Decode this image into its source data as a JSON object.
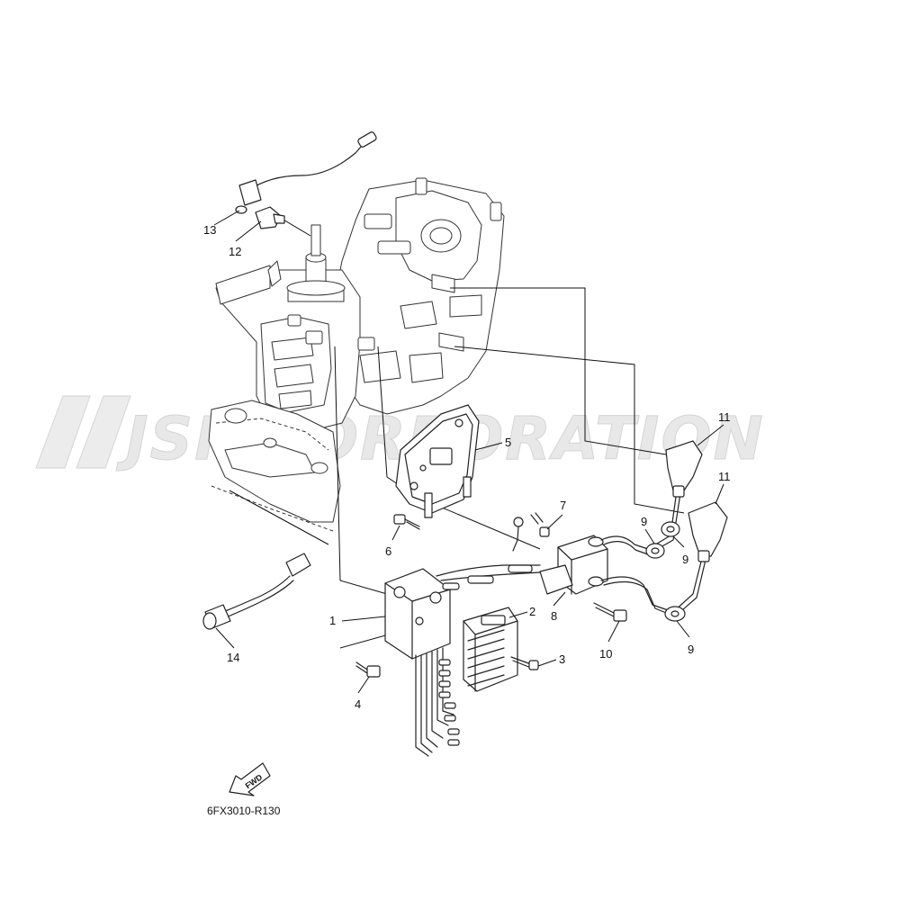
{
  "watermark": {
    "text": "JSP CORPORATION"
  },
  "diagram_code": "6FX3010-R130",
  "fwd_label": "FWD",
  "callouts": [
    {
      "id": "c1",
      "label": "1"
    },
    {
      "id": "c2",
      "label": "2"
    },
    {
      "id": "c3",
      "label": "3"
    },
    {
      "id": "c4",
      "label": "4"
    },
    {
      "id": "c5",
      "label": "5"
    },
    {
      "id": "c6",
      "label": "6"
    },
    {
      "id": "c7",
      "label": "7"
    },
    {
      "id": "c8",
      "label": "8"
    },
    {
      "id": "c9a",
      "label": "9"
    },
    {
      "id": "c9b",
      "label": "9"
    },
    {
      "id": "c9c",
      "label": "9"
    },
    {
      "id": "c10",
      "label": "10"
    },
    {
      "id": "c11a",
      "label": "11"
    },
    {
      "id": "c11b",
      "label": "11"
    },
    {
      "id": "c12",
      "label": "12"
    },
    {
      "id": "c13",
      "label": "13"
    },
    {
      "id": "c14",
      "label": "14"
    }
  ]
}
